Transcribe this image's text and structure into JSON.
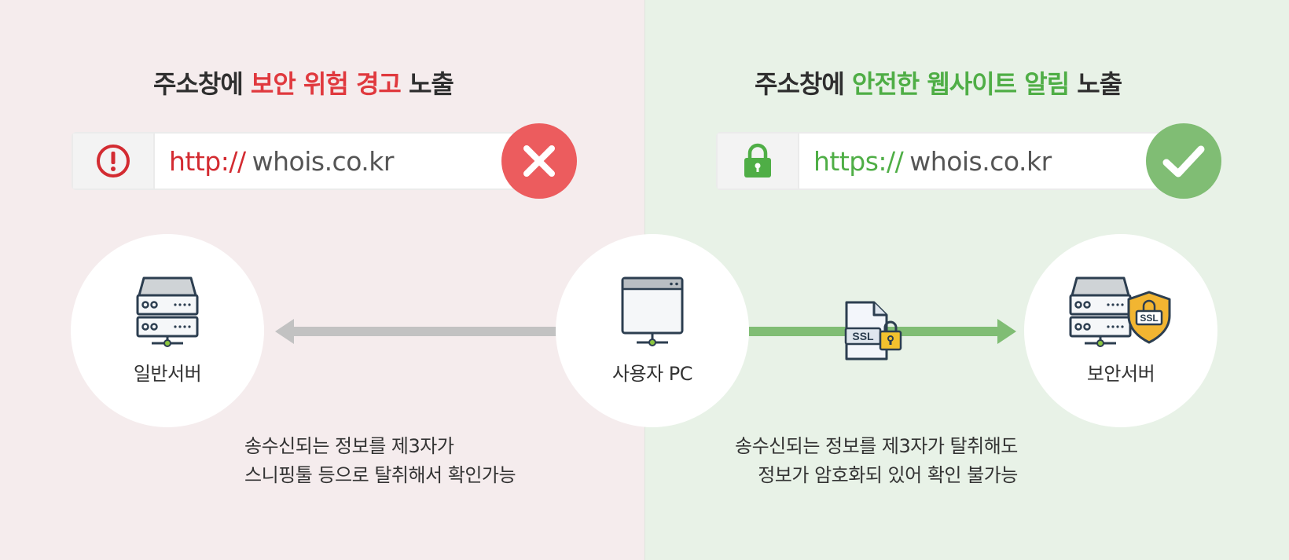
{
  "left_panel": {
    "heading_pre": "주소창에 ",
    "heading_highlight": "보안 위험 경고",
    "heading_post": " 노출",
    "url_protocol": "http://",
    "url_domain": "whois.co.kr",
    "status_icon": "x-icon",
    "warning_icon": "exclamation-circle-icon",
    "caption_line1": "송수신되는 정보를 제3자가",
    "caption_line2": "스니핑툴 등으로 탈취해서 확인가능"
  },
  "right_panel": {
    "heading_pre": "주소창에 ",
    "heading_highlight": "안전한 웹사이트 알림",
    "heading_post": " 노출",
    "url_protocol": "https://",
    "url_domain": "whois.co.kr",
    "status_icon": "check-icon",
    "lock_icon": "padlock-icon",
    "caption_line1": "송수신되는 정보를 제3자가 탈취해도",
    "caption_line2": "정보가 암호화되 있어 확인 불가능"
  },
  "nodes": {
    "general_server": {
      "label": "일반서버",
      "icon": "server-icon"
    },
    "user_pc": {
      "label": "사용자 PC",
      "icon": "monitor-icon"
    },
    "secure_server": {
      "label": "보안서버",
      "icon": "server-with-ssl-shield-icon",
      "badge": "SSL"
    }
  },
  "ssl_document": {
    "label": "SSL",
    "icon": "ssl-certificate-document-icon"
  },
  "colors": {
    "left_bg": "#f5eced",
    "right_bg": "#e8f2e7",
    "danger": "#e0393e",
    "danger_circle": "#ec5c5e",
    "safe": "#4fae46",
    "safe_circle": "#80bd74",
    "arrow_gray": "#c2c2c2",
    "arrow_green": "#80bd74"
  }
}
